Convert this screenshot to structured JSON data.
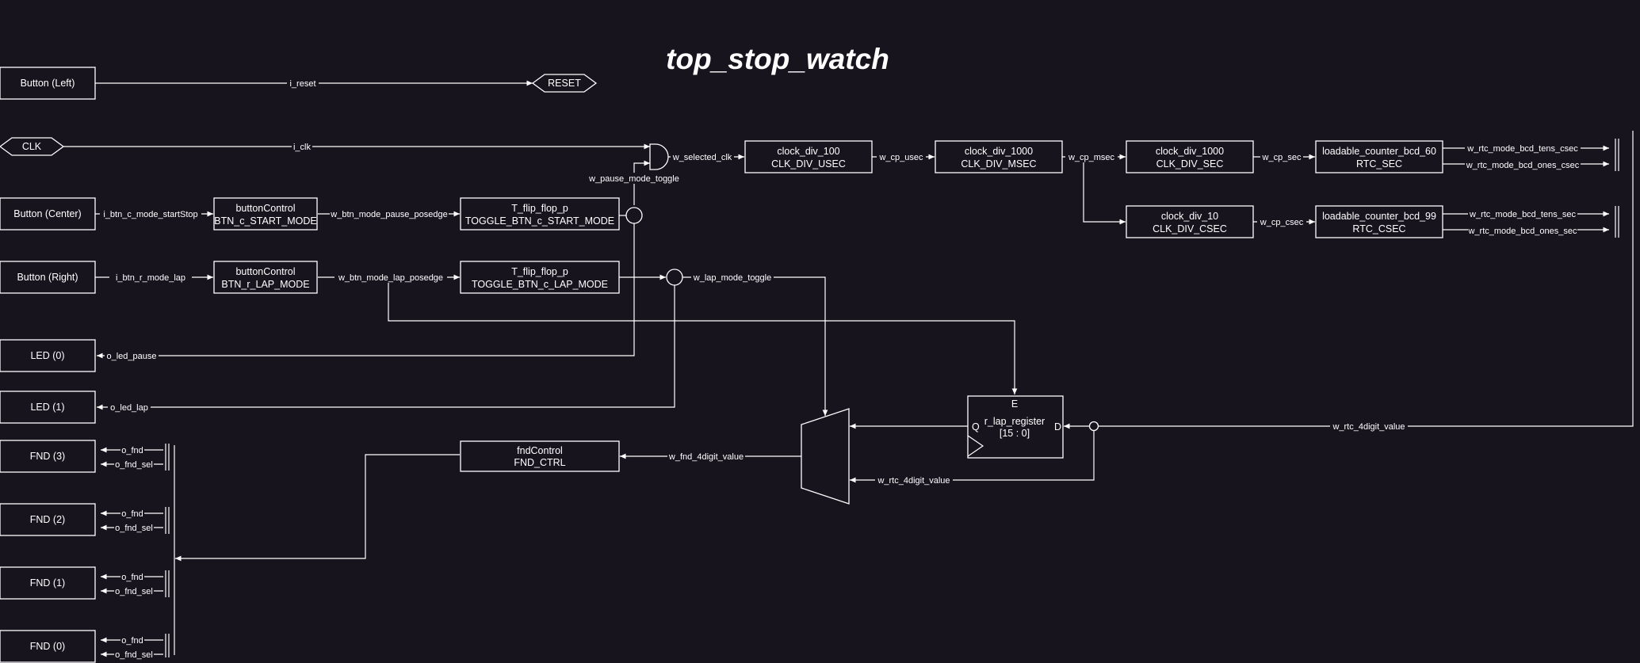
{
  "title": "top_stop_watch",
  "inputs": {
    "btn_left": "Button (Left)",
    "clk": "CLK",
    "btn_center": "Button (Center)",
    "btn_right": "Button (Right)"
  },
  "outputs": {
    "reset": "RESET",
    "led0": "LED (0)",
    "led1": "LED (1)",
    "fnd3": "FND (3)",
    "fnd2": "FND (2)",
    "fnd1": "FND (1)",
    "fnd0": "FND (0)"
  },
  "blocks": {
    "btn_c": {
      "line1": "buttonControl",
      "line2": "BTN_c_START_MODE"
    },
    "btn_r": {
      "line1": "buttonControl",
      "line2": "BTN_r_LAP_MODE"
    },
    "tff_c": {
      "line1": "T_flip_flop_p",
      "line2": "TOGGLE_BTN_c_START_MODE"
    },
    "tff_r": {
      "line1": "T_flip_flop_p",
      "line2": "TOGGLE_BTN_c_LAP_MODE"
    },
    "div_usec": {
      "line1": "clock_div_100",
      "line2": "CLK_DIV_USEC"
    },
    "div_msec": {
      "line1": "clock_div_1000",
      "line2": "CLK_DIV_MSEC"
    },
    "div_sec": {
      "line1": "clock_div_1000",
      "line2": "CLK_DIV_SEC"
    },
    "div_csec": {
      "line1": "clock_div_10",
      "line2": "CLK_DIV_CSEC"
    },
    "rtc_sec": {
      "line1": "loadable_counter_bcd_60",
      "line2": "RTC_SEC"
    },
    "rtc_csec": {
      "line1": "loadable_counter_bcd_99",
      "line2": "RTC_CSEC"
    },
    "fnd_ctrl": {
      "line1": "fndControl",
      "line2": "FND_CTRL"
    },
    "lap_reg": {
      "enable": "E",
      "q": "Q",
      "d": "D",
      "line1": "r_lap_register",
      "line2": "[15 : 0]"
    }
  },
  "wires": {
    "i_reset": "i_reset",
    "i_clk": "i_clk",
    "i_btn_c": "i_btn_c_mode_startStop",
    "i_btn_r": "i_btn_r_mode_lap",
    "pause_posedge": "w_btn_mode_pause_posedge",
    "lap_posedge": "w_btn_mode_lap_posedge",
    "pause_toggle": "w_pause_mode_toggle",
    "lap_toggle": "w_lap_mode_toggle",
    "selected_clk": "w_selected_clk",
    "cp_usec": "w_cp_usec",
    "cp_msec": "w_cp_msec",
    "cp_sec": "w_cp_sec",
    "cp_csec": "w_cp_csec",
    "tens_csec": "w_rtc_mode_bcd_tens_csec",
    "ones_csec": "w_rtc_mode_bcd_ones_csec",
    "tens_sec": "w_rtc_mode_bcd_tens_sec",
    "ones_sec": "w_rtc_mode_bcd_ones_sec",
    "rtc_4digit_a": "w_rtc_4digit_value",
    "rtc_4digit_b": "w_rtc_4digit_value",
    "fnd_4digit": "w_fnd_4digit_value",
    "led_pause": "o_led_pause",
    "led_lap": "o_led_lap",
    "o_fnd": "o_fnd",
    "o_fnd_sel": "o_fnd_sel"
  }
}
